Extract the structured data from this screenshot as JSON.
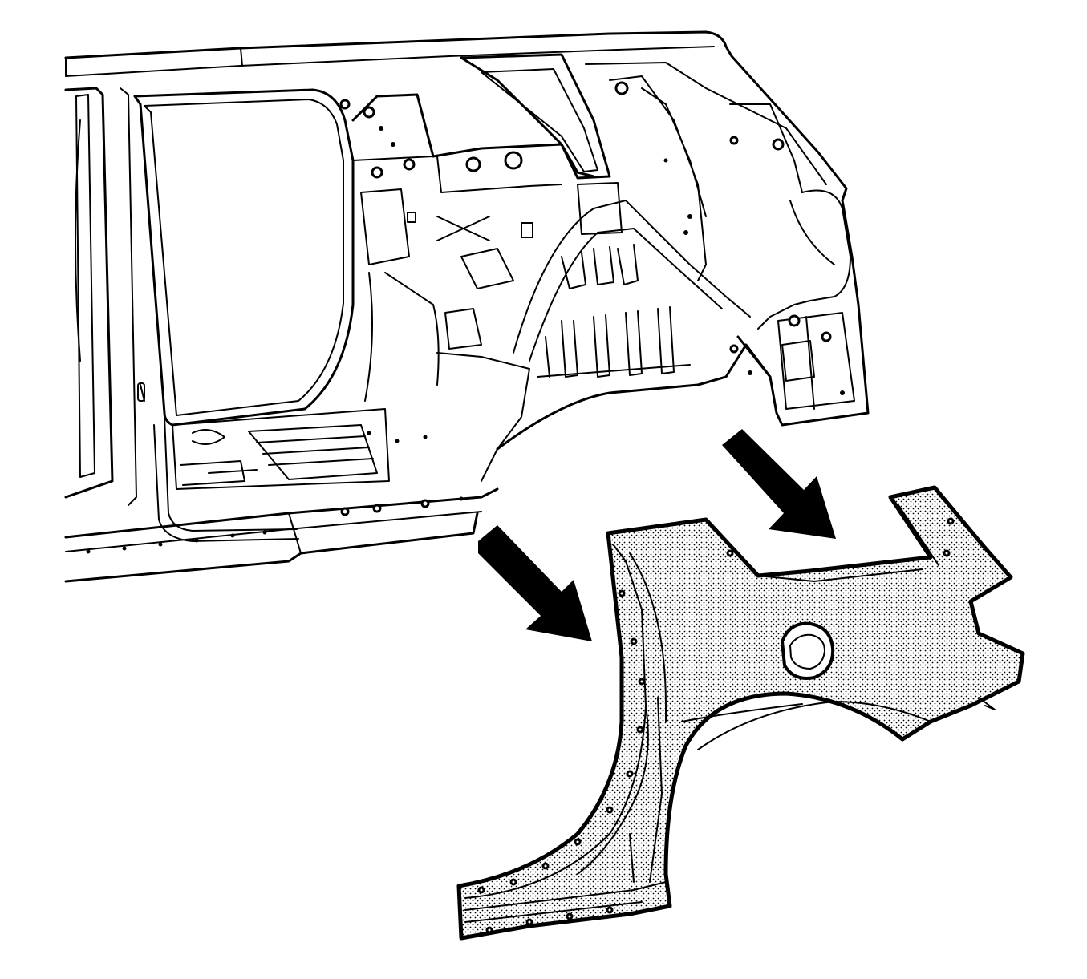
{
  "diagram": {
    "parts": [
      {
        "name": "vehicle-body-side-structure",
        "highlighted": false
      },
      {
        "name": "quarter-outer-panel",
        "highlighted": true,
        "pattern": "stipple"
      }
    ],
    "arrows": 2,
    "colors": {
      "line": "#000000",
      "background": "#ffffff",
      "panel_fill": "#d8d8d8"
    }
  }
}
